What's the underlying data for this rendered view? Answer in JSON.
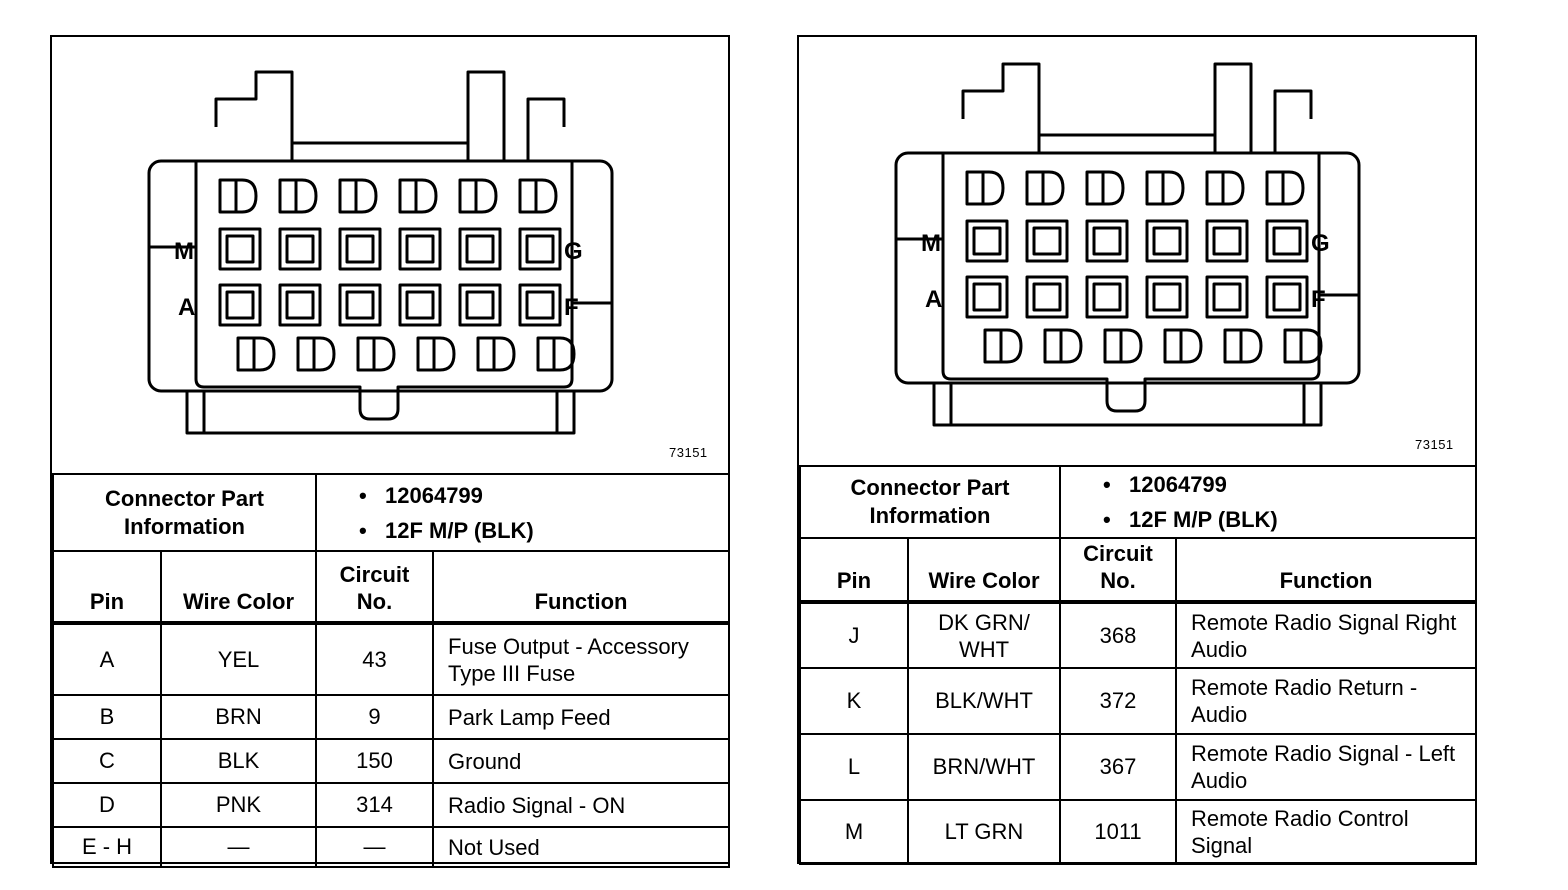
{
  "panels": [
    {
      "figure_number": "73151",
      "pin_labels": {
        "top_left": "M",
        "top_right": "G",
        "bottom_left": "A",
        "bottom_right": "F"
      },
      "connector_info": {
        "label": "Connector Part Information",
        "part_number": "12064799",
        "description": "12F M/P (BLK)"
      },
      "headers": {
        "pin": "Pin",
        "wire_color": "Wire Color",
        "circuit": "Circuit No.",
        "function": "Function"
      },
      "rows": [
        {
          "pin": "A",
          "wire_color": "YEL",
          "circuit": "43",
          "function": "Fuse Output - Accessory Type III Fuse"
        },
        {
          "pin": "B",
          "wire_color": "BRN",
          "circuit": "9",
          "function": "Park Lamp Feed"
        },
        {
          "pin": "C",
          "wire_color": "BLK",
          "circuit": "150",
          "function": "Ground"
        },
        {
          "pin": "D",
          "wire_color": "PNK",
          "circuit": "314",
          "function": "Radio Signal - ON"
        },
        {
          "pin": "E - H",
          "wire_color": "—",
          "circuit": "—",
          "function": "Not Used"
        }
      ]
    },
    {
      "figure_number": "73151",
      "pin_labels": {
        "top_left": "M",
        "top_right": "G",
        "bottom_left": "A",
        "bottom_right": "F"
      },
      "connector_info": {
        "label": "Connector Part Information",
        "part_number": "12064799",
        "description": "12F M/P (BLK)"
      },
      "headers": {
        "pin": "Pin",
        "wire_color": "Wire Color",
        "circuit": "Circuit No.",
        "function": "Function"
      },
      "rows": [
        {
          "pin": "J",
          "wire_color": "DK GRN/ WHT",
          "circuit": "368",
          "function": "Remote Radio Signal Right Audio"
        },
        {
          "pin": "K",
          "wire_color": "BLK/WHT",
          "circuit": "372",
          "function": "Remote Radio Return - Audio"
        },
        {
          "pin": "L",
          "wire_color": "BRN/WHT",
          "circuit": "367",
          "function": "Remote Radio Signal - Left Audio"
        },
        {
          "pin": "M",
          "wire_color": "LT GRN",
          "circuit": "1011",
          "function": "Remote Radio Control Signal"
        }
      ]
    }
  ]
}
